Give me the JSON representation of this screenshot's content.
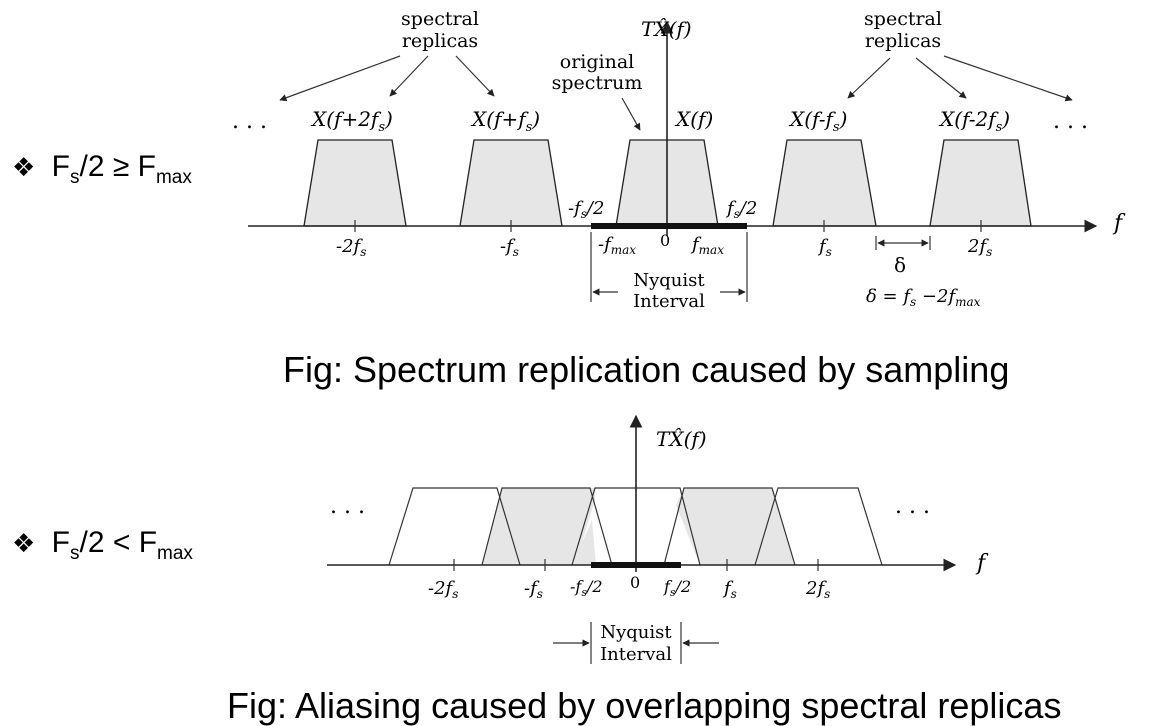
{
  "top": {
    "condition": {
      "glyph": "❖",
      "lhs": "F",
      "lhs_sub": "s",
      "op": "/2 ≥ ",
      "rhs": "F",
      "rhs_sub": "max"
    },
    "labels": {
      "spectral_replicas_left_1": "spectral",
      "spectral_replicas_left_2": "replicas",
      "spectral_replicas_right_1": "spectral",
      "spectral_replicas_right_2": "replicas",
      "original_1": "original",
      "original_2": "spectrum",
      "tx_axis": "TX̂(f)",
      "x_f2fs": "X(f+2f",
      "x_ffs": "X(f+f",
      "x_f": "X(f)",
      "x_fmfs": "X(f-f",
      "x_fm2fs": "X(f-2f",
      "close_paren": ")",
      "sub_s": "s",
      "dots": ". . .",
      "neg_fs_half": "-f",
      "pos_fs_half": "f",
      "half": "/2",
      "f_axis": "f",
      "neg2fs": "-2f",
      "negfs": "-f",
      "negfmax": "-f",
      "max": "max",
      "zero": "0",
      "fmax": "f",
      "fs": "f",
      "two_fs": "2f",
      "delta": "δ",
      "delta_eq": "δ = f",
      "delta_eq_tail": " −2f",
      "nyq_1": "Nyquist",
      "nyq_2": "Interval"
    },
    "caption": "Fig: Spectrum replication caused by sampling"
  },
  "bottom": {
    "condition": {
      "glyph": "❖",
      "lhs": "F",
      "lhs_sub": "s",
      "op": "/2 < ",
      "rhs": "F",
      "rhs_sub": "max"
    },
    "labels": {
      "tx_axis": "TX̂(f)",
      "dots": ". . .",
      "f_axis": "f",
      "neg2fs": "-2f",
      "negfs": "-f",
      "negfs_half": "-f",
      "zero": "0",
      "fs_half": "f",
      "half": "/2",
      "fs": "f",
      "two_fs": "2f",
      "sub_s": "s",
      "nyq_1": "Nyquist",
      "nyq_2": "Interval"
    },
    "caption": "Fig: Aliasing caused by overlapping spectral replicas"
  }
}
